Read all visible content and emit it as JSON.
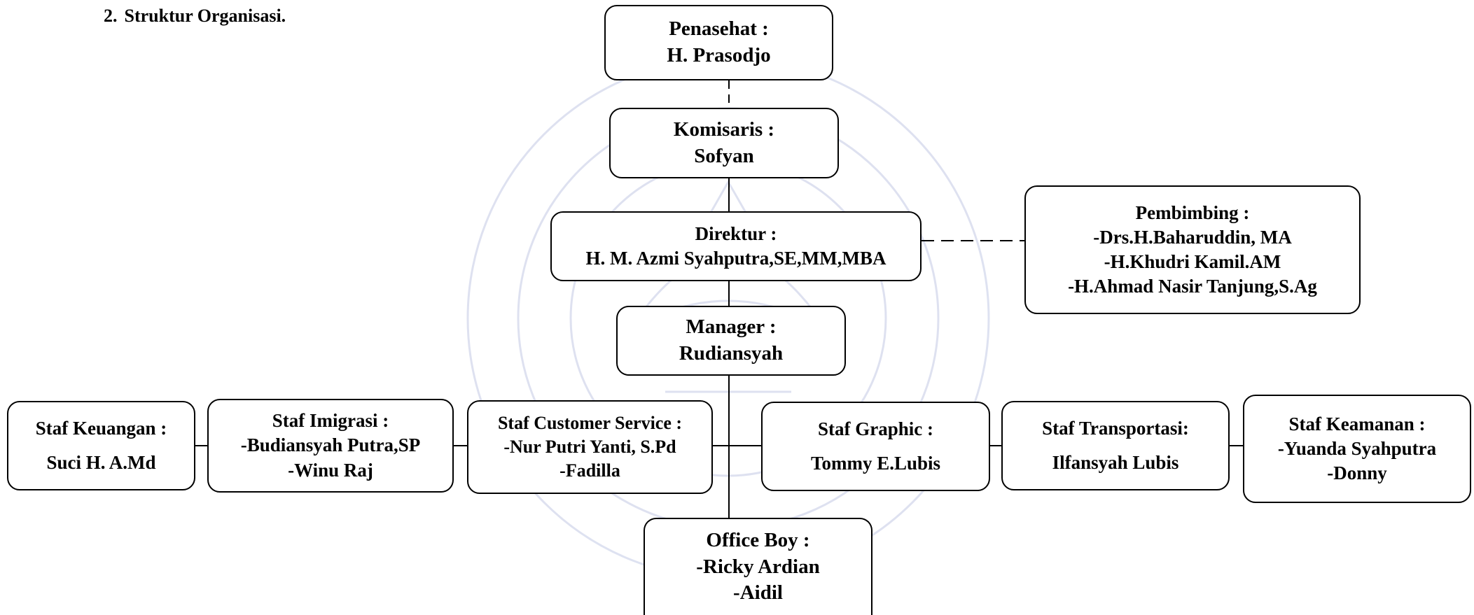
{
  "heading": {
    "number": "2.",
    "text": "Struktur Organisasi."
  },
  "nodes": {
    "penasehat": {
      "title": "Penasehat :",
      "lines": [
        "H. Prasodjo"
      ]
    },
    "komisaris": {
      "title": "Komisaris :",
      "lines": [
        "Sofyan"
      ]
    },
    "direktur": {
      "title": "Direktur :",
      "lines": [
        "H. M. Azmi Syahputra,SE,MM,MBA"
      ]
    },
    "pembimbing": {
      "title": "Pembimbing :",
      "lines": [
        "-Drs.H.Baharuddin, MA",
        "-H.Khudri Kamil.AM",
        "-H.Ahmad Nasir Tanjung,S.Ag"
      ]
    },
    "manager": {
      "title": "Manager :",
      "lines": [
        "Rudiansyah"
      ]
    },
    "staf_keuangan": {
      "title": "Staf Keuangan :",
      "lines": [
        "Suci H. A.Md"
      ]
    },
    "staf_imigrasi": {
      "title": "Staf Imigrasi :",
      "lines": [
        "-Budiansyah Putra,SP",
        "-Winu Raj"
      ]
    },
    "staf_cs": {
      "title": "Staf Customer Service :",
      "lines": [
        "-Nur Putri Yanti, S.Pd",
        "-Fadilla"
      ]
    },
    "staf_graphic": {
      "title": "Staf Graphic :",
      "lines": [
        "Tommy E.Lubis"
      ]
    },
    "staf_transportasi": {
      "title": "Staf Transportasi:",
      "lines": [
        "Ilfansyah Lubis"
      ]
    },
    "staf_keamanan": {
      "title": "Staf Keamanan :",
      "lines": [
        "-Yuanda Syahputra",
        "-Donny"
      ]
    },
    "office_boy": {
      "title": "Office Boy  :",
      "lines": [
        "-Ricky Ardian",
        "-Aidil"
      ]
    }
  },
  "colors": {
    "border": "#000000",
    "watermark": "#c9cfe6",
    "background": "#ffffff"
  }
}
